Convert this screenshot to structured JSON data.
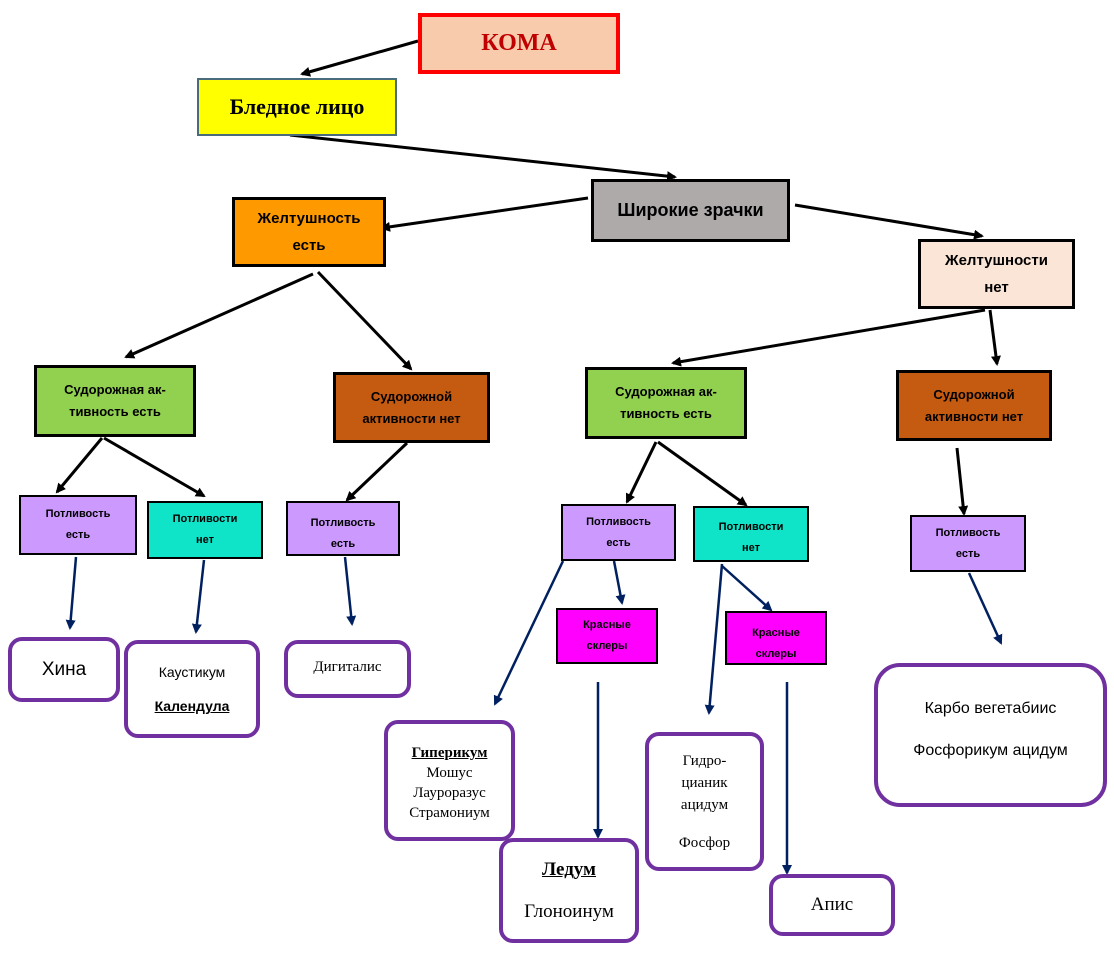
{
  "colors": {
    "coma_fill": "#f8cbad",
    "coma_border": "#ff0000",
    "coma_text": "#c00000",
    "pale_face": "#ffff00",
    "wide_pupils": "#aeaaaa",
    "jaundice_yes": "#ff9900",
    "jaundice_no": "#fbe5d6",
    "seizures_yes": "#92d050",
    "seizures_no": "#c55a11",
    "sweating_yes": "#cc99ff",
    "sweating_no": "#0fe3c8",
    "red_sclera": "#ff00ff",
    "remedy_border": "#7030a0",
    "arrow": "#000000",
    "arrow_dark": "#002060"
  },
  "nodes": {
    "coma": "КОМА",
    "pale_face": "Бледное лицо",
    "wide_pupils": "Широкие зрачки",
    "jaundice_yes": [
      "Желтушность",
      "есть"
    ],
    "jaundice_no": [
      "Желтушности",
      "нет"
    ],
    "seizures_yes_left": [
      "Судорожная ак-",
      "тивность есть"
    ],
    "seizures_no_left": [
      "Судорожной",
      "активности нет"
    ],
    "seizures_yes_right": [
      "Судорожная ак-",
      "тивность есть"
    ],
    "seizures_no_right": [
      "Судорожной",
      "активности нет"
    ],
    "sweating_yes_1": [
      "Потливость",
      "есть"
    ],
    "sweating_no_1": [
      "Потливости",
      "нет"
    ],
    "sweating_yes_2": [
      "Потливость",
      "есть"
    ],
    "sweating_yes_3": [
      "Потливость",
      "есть"
    ],
    "sweating_no_2": [
      "Потливости",
      "нет"
    ],
    "sweating_yes_4": [
      "Потливость",
      "есть"
    ],
    "red_sclera_1": [
      "Красные",
      "склеры"
    ],
    "red_sclera_2": [
      "Красные",
      "склеры"
    ]
  },
  "remedies": {
    "china": "Хина",
    "causticum": "Каустикум",
    "calendula": "Календула",
    "digitalis": "Дигиталис",
    "hypericum": "Гиперикум",
    "moschus": "Мошус",
    "laurocerasus": "Лауроразус",
    "stramonium": "Страмониум",
    "ledum": "Ледум",
    "glonoinum": "Глоноинум",
    "hydrocyanic": [
      "Гидро-",
      "цианик",
      "ацидум"
    ],
    "phosphorus": "Фосфор",
    "apis": "Апис",
    "carbo": "Карбо вегетабиис",
    "phosphoric": "Фосфорикум ацидум"
  }
}
